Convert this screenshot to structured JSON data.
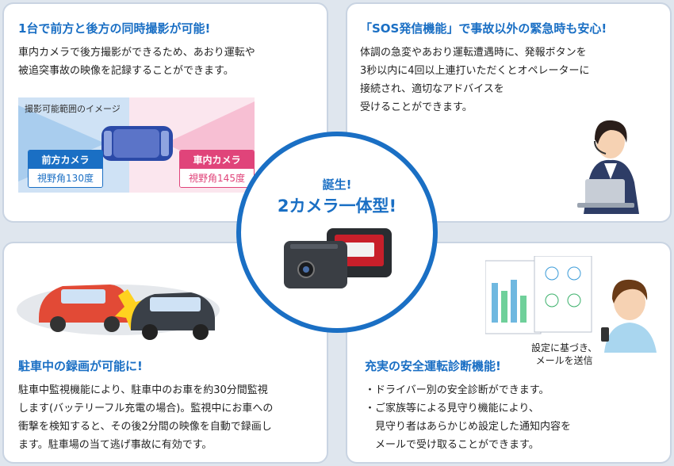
{
  "panel_top_left": {
    "title": "1台で前方と後方の同時撮影が可能!",
    "body": [
      "車内カメラで後方撮影ができるため、あおり運転や",
      "被追突事故の映像を記録することができます。"
    ],
    "diagram_label": "撮影可能範囲のイメージ",
    "front_camera": {
      "name": "前方カメラ",
      "angle": "視野角130度"
    },
    "interior_camera": {
      "name": "車内カメラ",
      "angle": "視野角145度"
    }
  },
  "panel_top_right": {
    "title": "「SOS発信機能」で事故以外の緊急時も安心!",
    "body": [
      "体調の急変やあおり運転遭遇時に、発報ボタンを",
      "3秒以内に4回以上連打いただくとオペレーターに",
      "接続され、適切なアドバイスを",
      "受けることができます。"
    ]
  },
  "center": {
    "birth": "誕生!",
    "product": "2カメラ一体型!"
  },
  "panel_bottom_left": {
    "title": "駐車中の録画が可能に!",
    "body": [
      "駐車中監視機能により、駐車中のお車を約30分間監視",
      "します(バッテリーフル充電の場合)。監視中にお車への",
      "衝撃を検知すると、その後2分間の映像を自動で録画し",
      "ます。駐車場の当て逃げ事故に有効です。"
    ]
  },
  "panel_bottom_right": {
    "title": "充実の安全運転診断機能!",
    "body": [
      "・ドライバー別の安全診断ができます。",
      "・ご家族等による見守り機能により、",
      "　見守り者はあらかじめ設定した通知内容を",
      "　メールで受け取ることができます。"
    ],
    "caption": [
      "設定に基づき、",
      "メールを送信"
    ]
  },
  "colors": {
    "accent": "#1a6fc4",
    "front_camera": "#1a6fc4",
    "interior_camera": "#e0447a",
    "panel_border": "#c9d4e2"
  }
}
